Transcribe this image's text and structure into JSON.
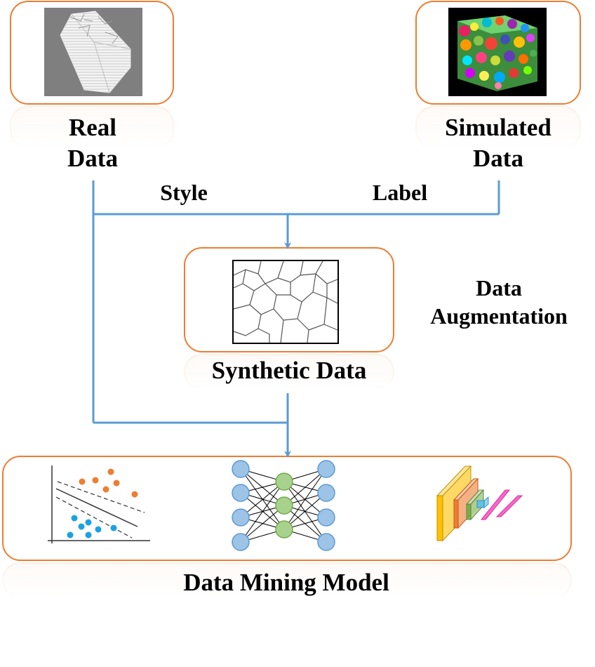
{
  "nodes": {
    "real_data": "Real\nData",
    "simulated_data": "Simulated\nData",
    "synthetic_data": "Synthetic Data",
    "data_mining_model": "Data Mining Model"
  },
  "edges": {
    "style": "Style",
    "label": "Label"
  },
  "process": {
    "data_augmentation": "Data\nAugmentation"
  },
  "colors": {
    "box_border": "#ED7D31",
    "connector": "#5B9BD5"
  }
}
